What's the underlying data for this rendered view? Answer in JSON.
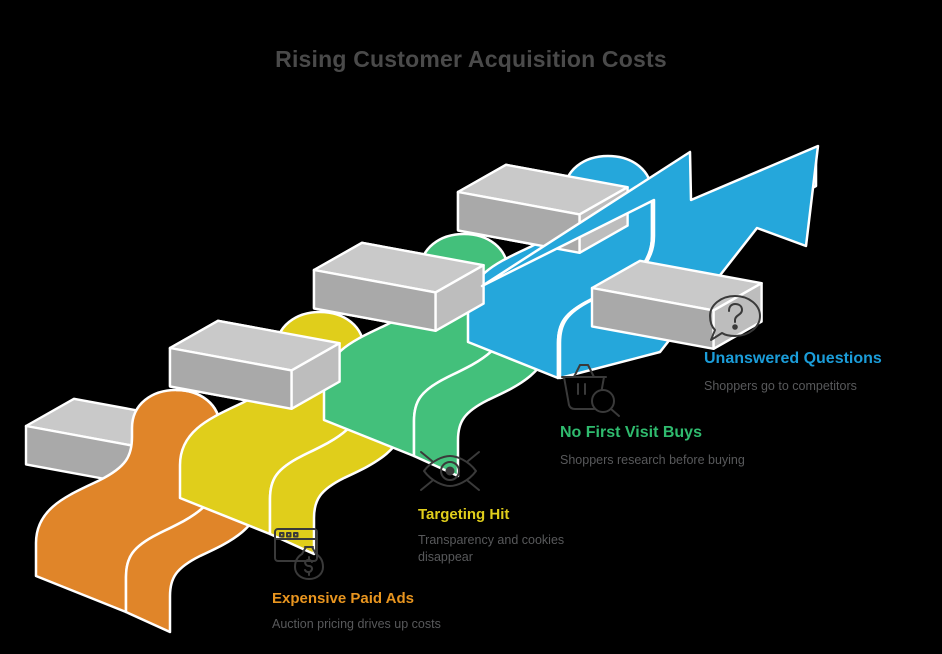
{
  "title": "Rising Customer Acquisition Costs",
  "colors": {
    "background": "#000000",
    "title": "#4a4a4a",
    "subtitle_text": "#58595b",
    "icon_stroke": "#3a3a3a",
    "block_top": "#c9c9c9",
    "block_front": "#a9a9a9",
    "block_side": "#bdbdbd",
    "outline": "#ffffff",
    "stage1": "#e08529",
    "stage2": "#e0ce1b",
    "stage3": "#43c07b",
    "stage4": "#25a7db"
  },
  "stages": [
    {
      "id": "expensive-paid-ads",
      "icon": "browser-money-bag-icon",
      "heading": "Expensive Paid Ads",
      "heading_color": "#e8951f",
      "subtitle": "Auction pricing drives up costs",
      "ribbon_color": "#e08529"
    },
    {
      "id": "targeting-hit",
      "icon": "eye-target-icon",
      "heading": "Targeting Hit",
      "heading_color": "#e0ce1b",
      "subtitle": "Transparency and cookies disappear",
      "ribbon_color": "#e0ce1b"
    },
    {
      "id": "no-first-visit-buys",
      "icon": "basket-search-icon",
      "heading": "No First Visit Buys",
      "heading_color": "#2fbb6e",
      "subtitle": "Shoppers research before buying",
      "ribbon_color": "#43c07b"
    },
    {
      "id": "unanswered-questions",
      "icon": "question-bubble-icon",
      "heading": "Unanswered Questions",
      "heading_color": "#1b9dd9",
      "subtitle": "Shoppers go to competitors",
      "ribbon_color": "#25a7db"
    }
  ]
}
